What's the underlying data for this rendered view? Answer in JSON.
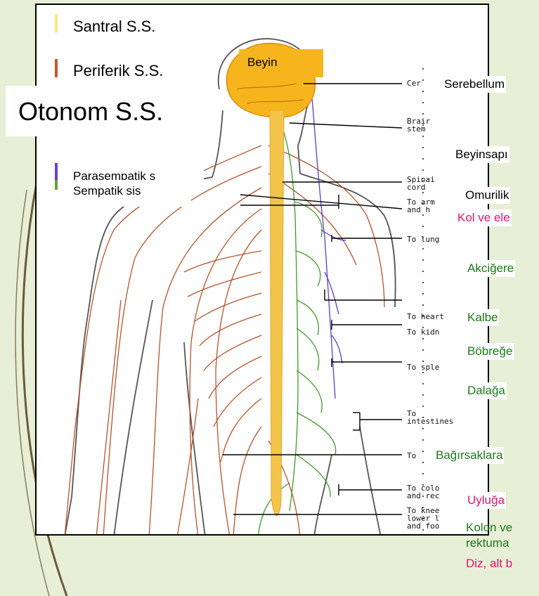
{
  "colors": {
    "background": "#e7efd6",
    "central": "#fde77a",
    "peripheral": "#c8552b",
    "autonomic_line": "#5a2ab0",
    "parasympathetic": "#6b3fd0",
    "sympathetic": "#6aa03a",
    "nerve_red": "#b5532b",
    "nerve_green": "#3f9a2a",
    "nerve_purple": "#5a3ad0",
    "spinal_cord": "#f3c44a",
    "label_green": "#1a7a1a",
    "label_magenta": "#e0156e"
  },
  "legend": {
    "central": "Santral S.S.",
    "peripheral": "Periferik S.S.",
    "autonomic": "Otonom S.S.",
    "parasympathetic": "Parasempatik s",
    "sympathetic": "Sempatik sis"
  },
  "diagram_labels": {
    "cer": "Cer",
    "brain_stem": "Brair\nstem",
    "spinal_cord": "Spinai\ncord",
    "to_arms": "To arm\nand h",
    "to_lungs": "To lung",
    "to_heart": "To heart",
    "to_kidneys": "To kidn",
    "to_spleen": "To sple",
    "to_intestines": "To\nintestines",
    "to_thigh": "To",
    "to_colon": "To colo\nand rec",
    "to_knee": "To knee\nlower l\nand foo"
  },
  "turkish_labels": {
    "beyin": "Beyin",
    "serebellum": "Serebellum",
    "beyinsapi": "Beyinsapı",
    "omurilik": "Omurilik",
    "kol": "Kol ve ele",
    "akciger": "Akciğere",
    "kalbe": "Kalbe",
    "bobrege": "Böbreğe",
    "dalaga": "Dalağa",
    "bagirsaklara": "Bağırsaklara",
    "uyluga": "Uyluğa",
    "kolon": "Kolon ve\nrektuma",
    "diz": "Diz, alt b"
  }
}
